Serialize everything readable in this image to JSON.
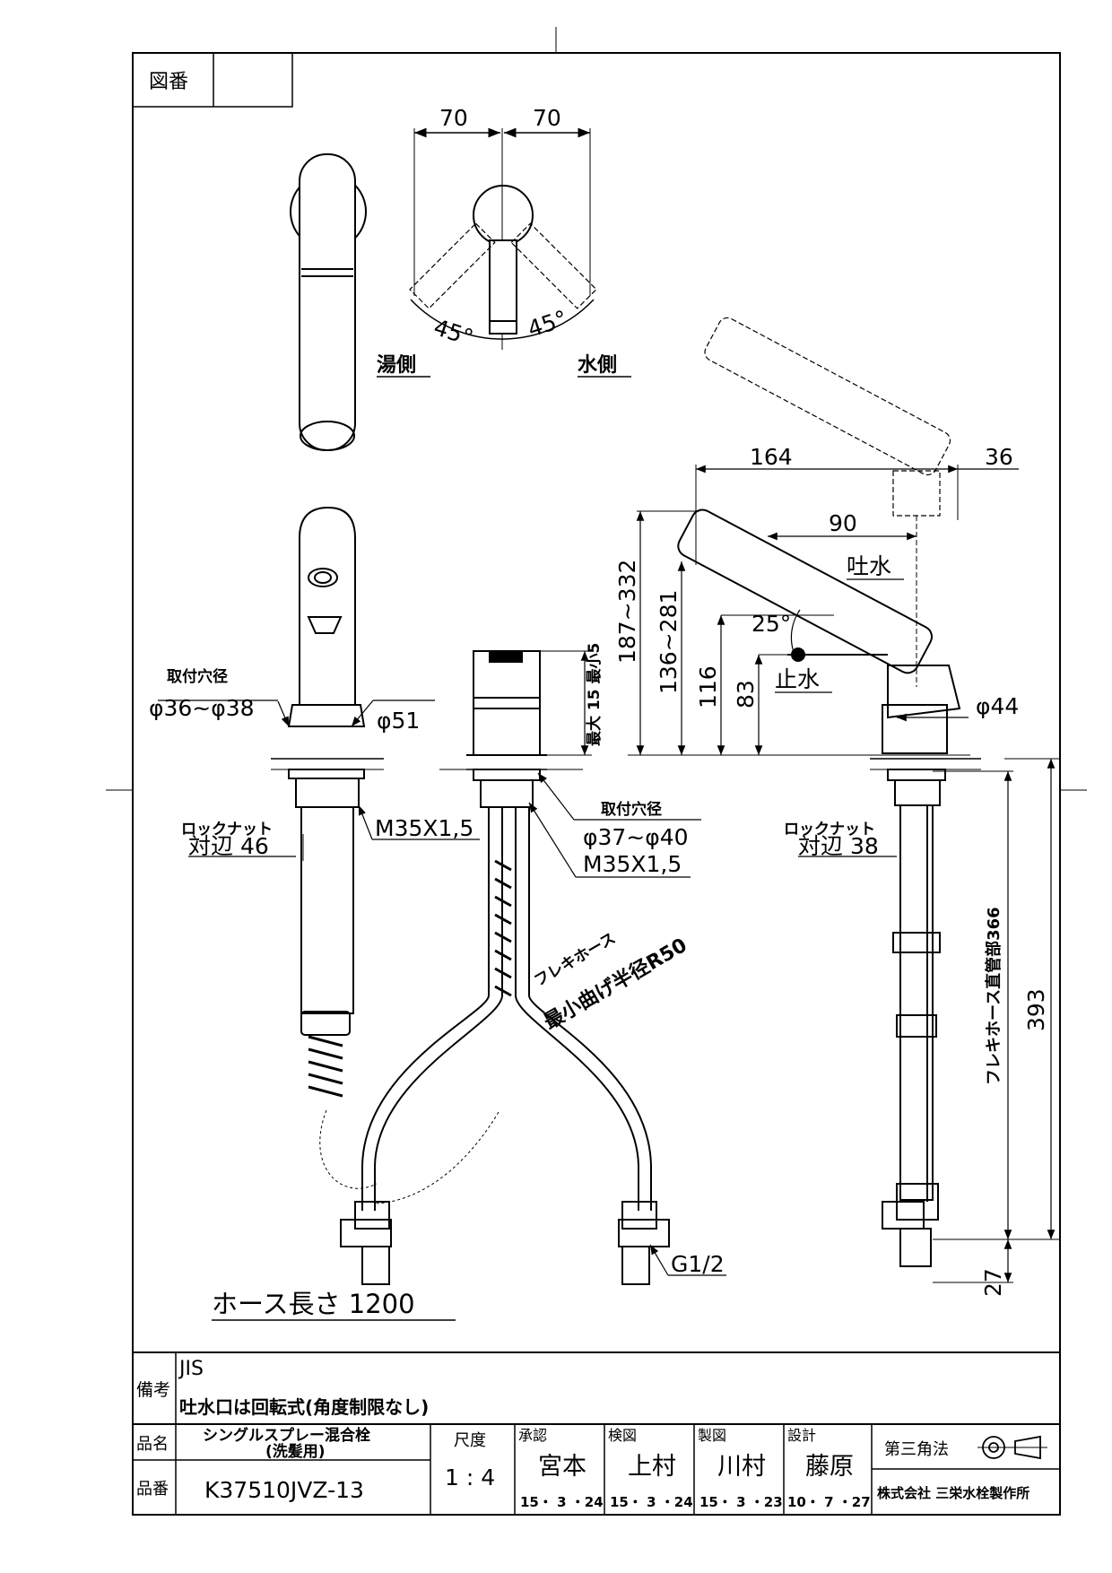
{
  "frame": {
    "drawing_no_label": "図番",
    "drawing_no_value": ""
  },
  "top_view": {
    "dim_left": "70",
    "dim_right": "70",
    "angle_left": "45°",
    "angle_right": "45°",
    "hot_side": "湯側",
    "cold_side": "水側"
  },
  "front_view": {
    "hole_title": "取付穴径",
    "hole_dia": "φ36~φ38",
    "base_dia": "φ51",
    "locknut_label": "ロックナット",
    "locknut_value": "対辺 46",
    "thread": "M35X1,5"
  },
  "center_view": {
    "max_thickness": "最大 15 最小5",
    "hole_title": "取付穴径",
    "hole_dia": "φ37~φ40",
    "thread": "M35X1,5",
    "flex_label": "フレキホース",
    "bend_radius": "最小曲げ半径R50",
    "connection": "G1/2",
    "hose_length": "ホース長さ 1200"
  },
  "side_view": {
    "dim_164": "164",
    "dim_36": "36",
    "dim_90": "90",
    "spout": "吐水",
    "angle_25": "25°",
    "stop": "止水",
    "dim_187_332": "187~332",
    "dim_136_281": "136~281",
    "dim_116": "116",
    "dim_83": "83",
    "dia_44": "φ44",
    "locknut_label": "ロックナット",
    "locknut_value": "対辺 38",
    "flex_straight": "フレキホース直管部366",
    "dim_393": "393",
    "dim_27": "27"
  },
  "title_block": {
    "remarks_label": "備考",
    "remarks_line1": "JIS",
    "remarks_line2": "吐水口は回転式(角度制限なし)",
    "name_label": "品名",
    "name_value_1": "シングルスプレー混合栓",
    "name_value_2": "(洗髪用)",
    "part_label": "品番",
    "part_value": "K37510JVZ-13",
    "scale_label": "尺度",
    "scale_value": "1 : 4",
    "approve_label": "承認",
    "approve_name": "宮本",
    "approve_date": "15・ 3 ・24",
    "check_label": "検図",
    "check_name": "上村",
    "check_date": "15・ 3 ・24",
    "draw_label": "製図",
    "draw_name": "川村",
    "draw_date": "15・ 3 ・23",
    "design_label": "設計",
    "design_name": "藤原",
    "design_date": "10・ 7 ・27",
    "projection": "第三角法",
    "company": "株式会社 三栄水栓製作所"
  }
}
